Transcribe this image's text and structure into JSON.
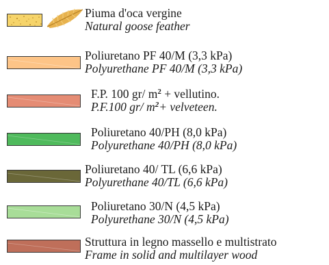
{
  "legend": [
    {
      "it_label": "Piuma d'oca vergine",
      "en_label": "Natural goose feather",
      "color": "#f6d46a",
      "pattern": "speckle",
      "icon": "feather-icon"
    },
    {
      "it_label": "Poliuretano PF 40/M (3,3 kPa)",
      "en_label": "Polyurethane PF 40/M (3,3 kPa)",
      "color": "#fdc487"
    },
    {
      "it_label_a": "F.P. 100 gr/ m",
      "it_sup": "2",
      "it_label_b": " + vellutino.",
      "en_label_a": "P.F.100 gr/ m",
      "en_sup": "2",
      "en_label_b": "+ velveteen.",
      "color": "#e58c74"
    },
    {
      "it_label": "Poliuretano 40/PH (8,0 kPa)",
      "en_label": "Polyurethane 40/PH (8,0 kPa)",
      "color": "#4fba5c"
    },
    {
      "it_label": "Poliuretano 40/ TL (6,6 kPa)",
      "en_label": "Polyurethane 40/TL (6,6 kPa)",
      "color": "#6a6738"
    },
    {
      "it_label": "Poliuretano 30/N (4,5 kPa)",
      "en_label": "Polyurethane 30/N (4,5 kPa)",
      "color": "#a8dd98"
    },
    {
      "it_label": "Struttura in legno massello e multistrato",
      "en_label": "Frame in solid and multilayer wood",
      "color": "#bf6f5a"
    }
  ]
}
